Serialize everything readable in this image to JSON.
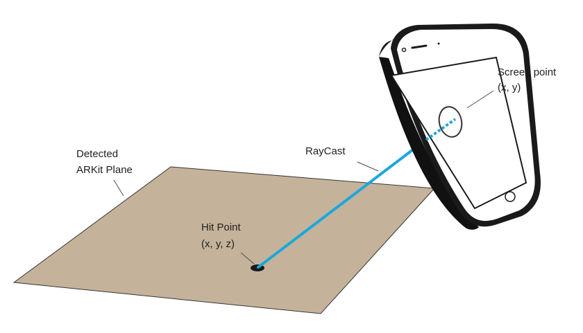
{
  "labels": {
    "plane_line1": "Detected",
    "plane_line2": "ARKit Plane",
    "raycast": "RayCast",
    "screen_line1": "Screen point",
    "screen_line2": "(x, y)",
    "hit_line1": "Hit Point",
    "hit_line2": "(x, y, z)"
  },
  "colors": {
    "plane_fill": "#c4b39a",
    "ray": "#1aa7dd",
    "phone_body": "#1a1a1a",
    "phone_screen": "#ffffff",
    "label_text": "#1f1f1f",
    "leader_line": "#4a4a4a"
  }
}
